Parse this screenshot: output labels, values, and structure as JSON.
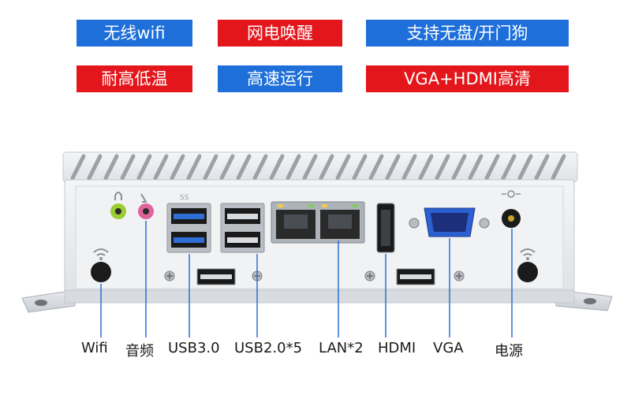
{
  "features": [
    {
      "text": "无线wifi",
      "color": "#1e6fd9"
    },
    {
      "text": "网电唤醒",
      "color": "#e3161b"
    },
    {
      "text": "支持无盘/开门狗",
      "color": "#1e6fd9"
    },
    {
      "text": "耐高低温",
      "color": "#e3161b"
    },
    {
      "text": "高速运行",
      "color": "#1e6fd9"
    },
    {
      "text": "VGA+HDMI高清",
      "color": "#e3161b"
    }
  ],
  "ports": [
    "Wifi",
    "音频",
    "USB3.0",
    "USB2.0*5",
    "LAN*2",
    "HDMI",
    "VGA",
    "电源"
  ],
  "colors": {
    "callout_line": "#2a6fd6",
    "chassis": "#eceef1",
    "usb3_blue": "#2e6fd6",
    "audio_green": "#9acd32",
    "audio_pink": "#e0629a"
  }
}
